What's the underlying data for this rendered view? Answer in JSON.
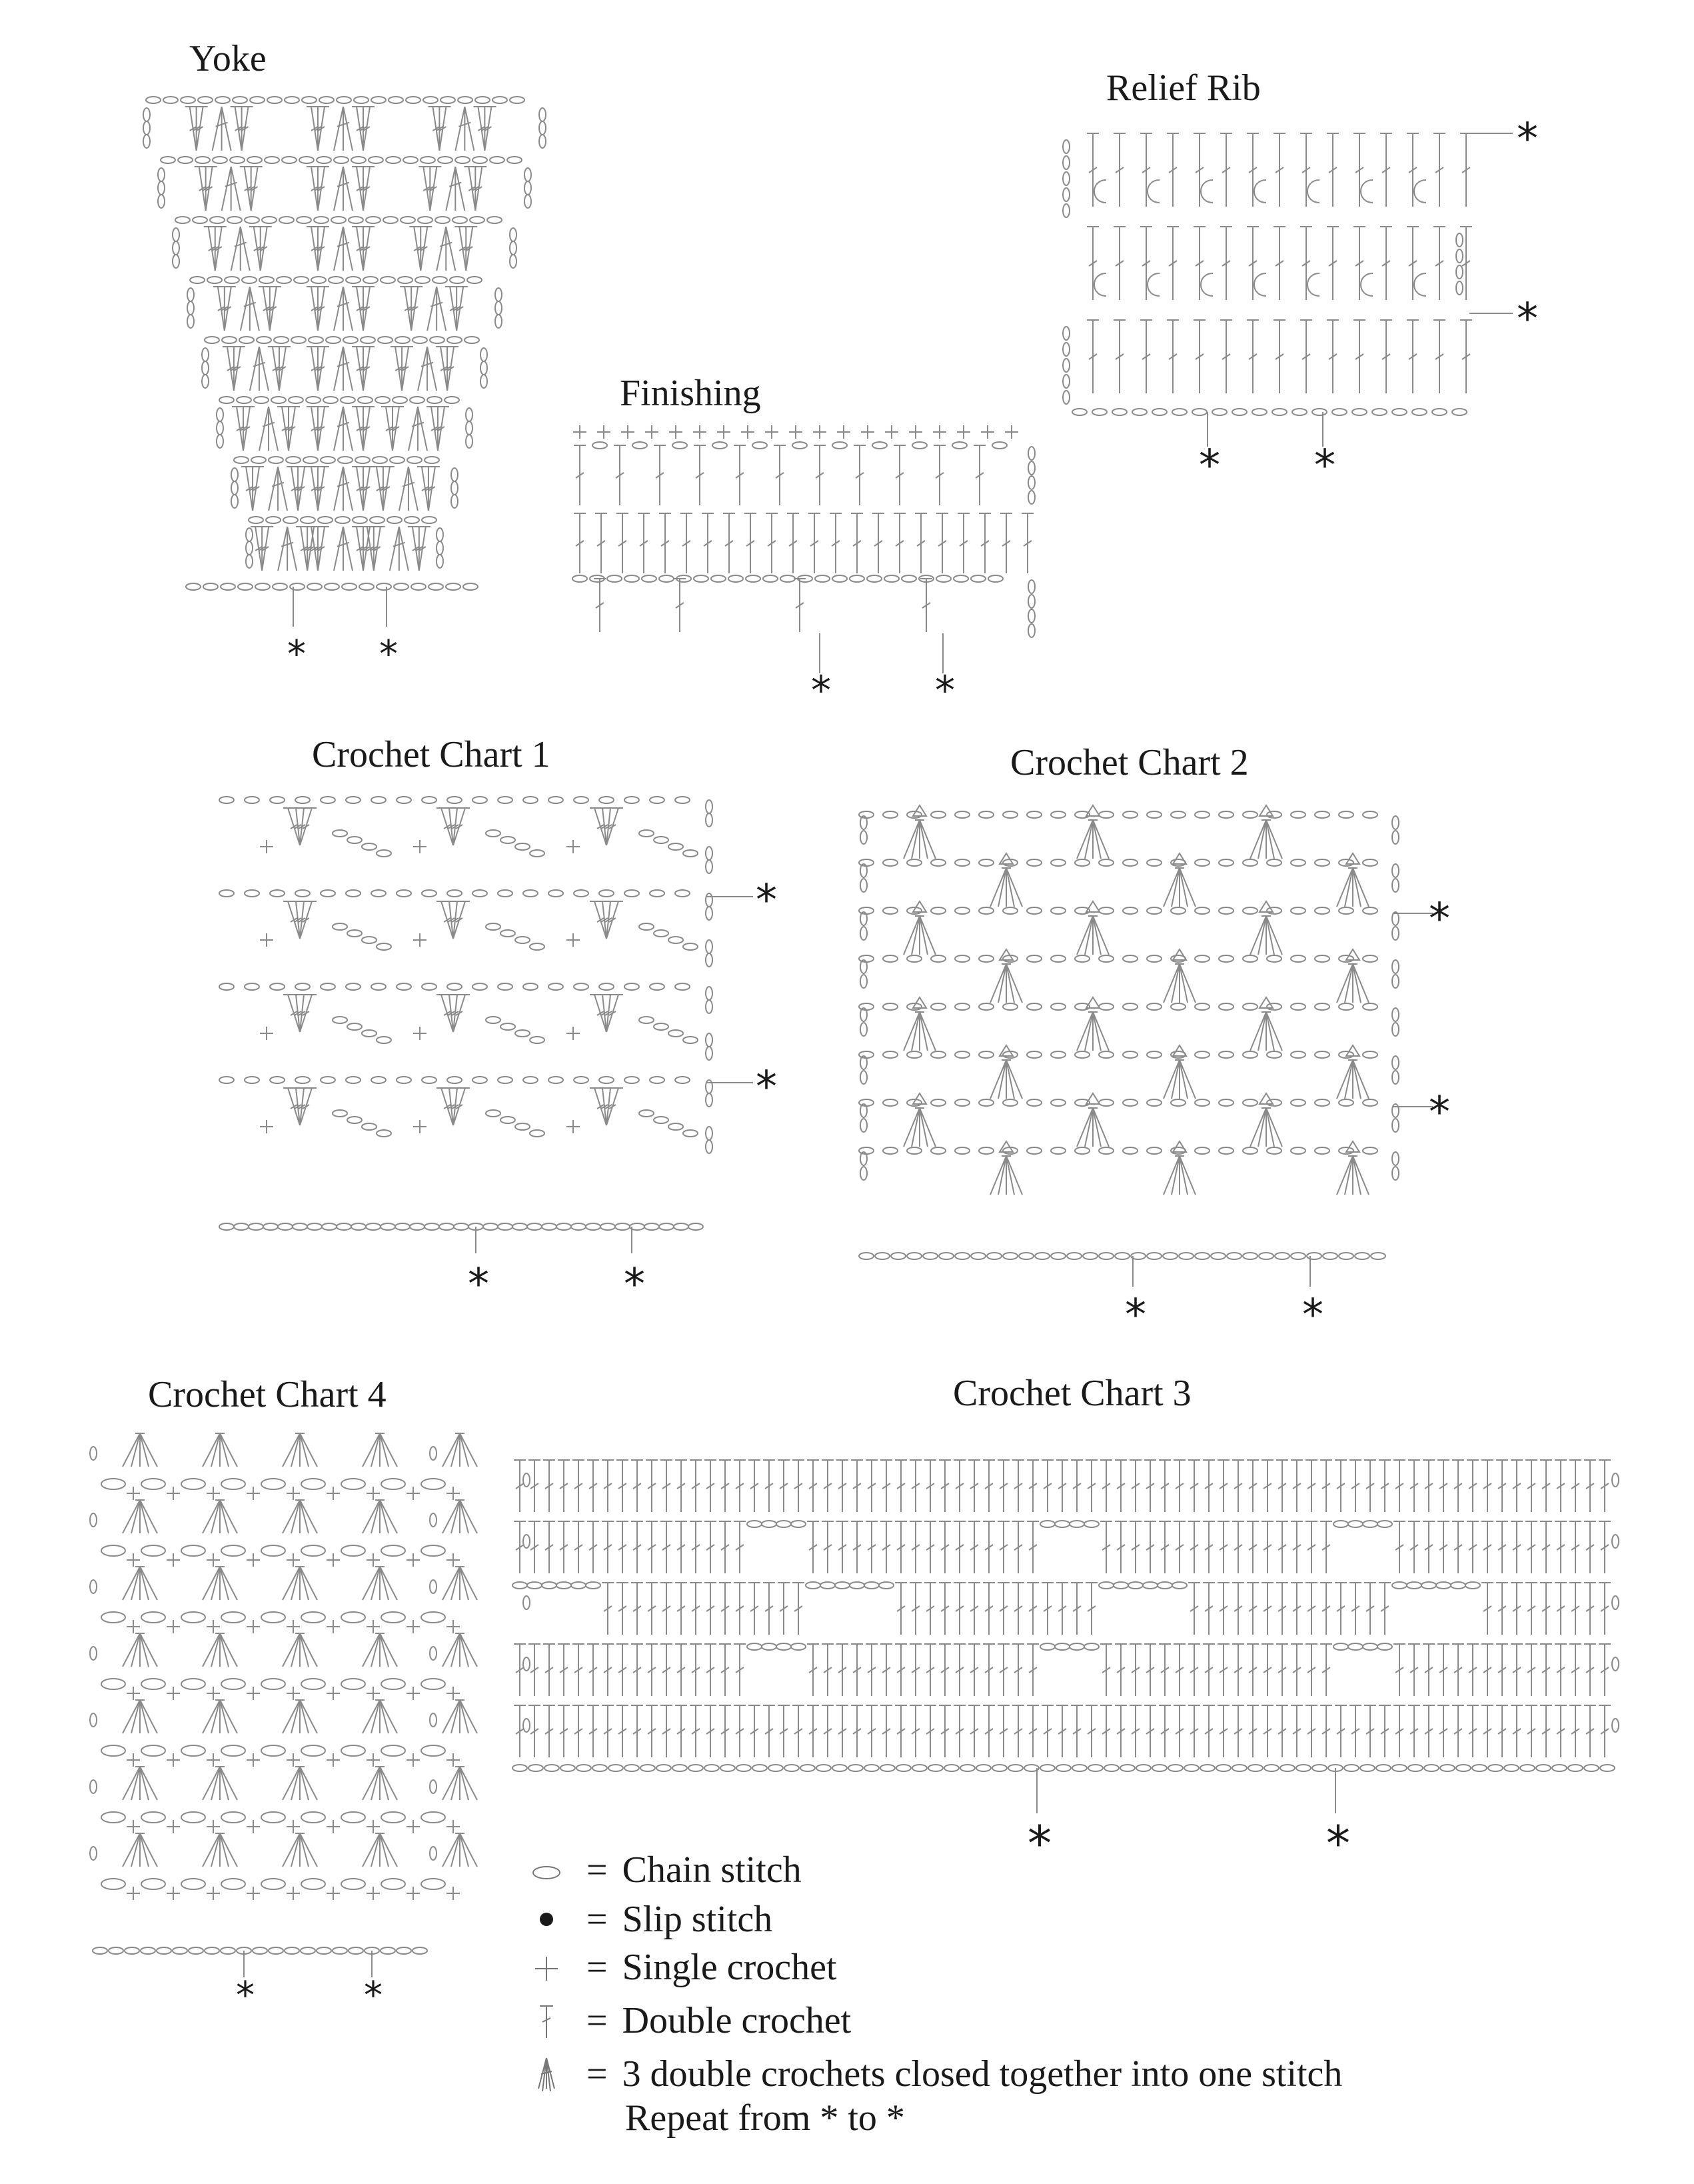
{
  "charts": {
    "yoke": {
      "title": "Yoke"
    },
    "relief_rib": {
      "title": "Relief Rib"
    },
    "finishing": {
      "title": "Finishing"
    },
    "chart1": {
      "title": "Crochet Chart 1"
    },
    "chart2": {
      "title": "Crochet Chart 2"
    },
    "chart3": {
      "title": "Crochet Chart 3"
    },
    "chart4": {
      "title": "Crochet Chart 4"
    }
  },
  "repeat_marker": "*",
  "legend": {
    "items": [
      {
        "symbol": "chain-stitch-symbol",
        "eq": "=",
        "label": "Chain stitch"
      },
      {
        "symbol": "slip-stitch-symbol",
        "eq": "=",
        "label": "Slip stitch"
      },
      {
        "symbol": "single-crochet-symbol",
        "eq": "=",
        "label": "Single crochet"
      },
      {
        "symbol": "double-crochet-symbol",
        "eq": "=",
        "label": "Double crochet"
      },
      {
        "symbol": "dc3tog-symbol",
        "eq": "=",
        "label": "3 double crochets closed together into one stitch"
      }
    ],
    "repeat_note": "Repeat from * to *"
  },
  "colors": {
    "ink": "#1a1a1a",
    "stitch": "#777777"
  }
}
